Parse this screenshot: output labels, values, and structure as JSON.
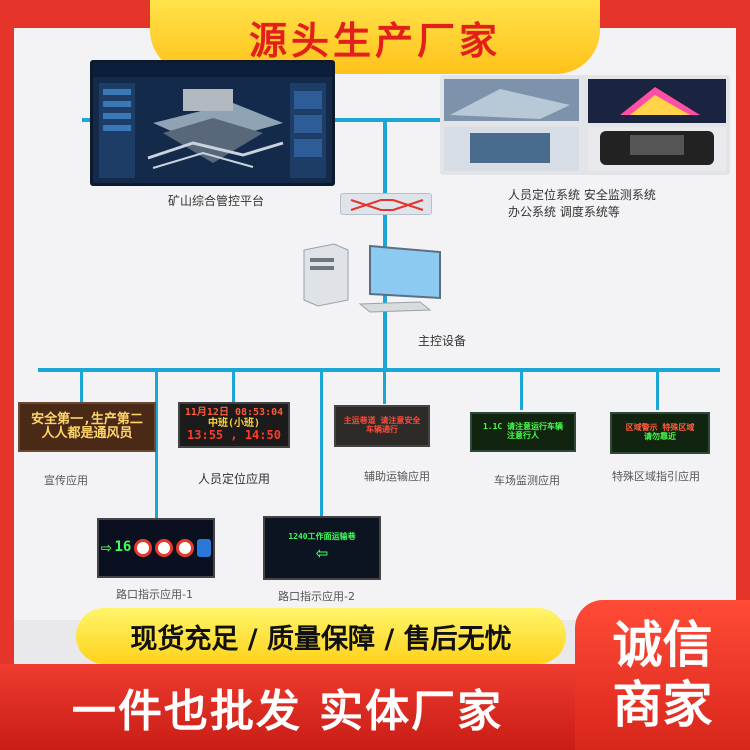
{
  "header": {
    "title": "源头生产厂家"
  },
  "platform": {
    "label": "矿山综合管控平台",
    "side_label_line1": "人员定位系统 安全监测系统",
    "side_label_line2": "办公系统 调度系统等"
  },
  "main_device": {
    "label": "主控设备"
  },
  "applications": [
    {
      "label": "宣传应用",
      "led_line1": "安全第一,生产第二",
      "led_line2": "人人都是通风员"
    },
    {
      "label": "人员定位应用",
      "led_line1": "11月12日 08:53:04",
      "led_line2": "中班(小班)",
      "led_line3": "13:55 , 14:50"
    },
    {
      "label": "辅助运输应用",
      "led_line1": "主运巷道 请注意安全",
      "led_line2": "车辆通行"
    },
    {
      "label": "车场监测应用",
      "led_line1": "1.1C 请注意运行车辆",
      "led_line2": "注意行人"
    },
    {
      "label": "特殊区域指引应用",
      "led_line1": "区域警示 特殊区域",
      "led_line2": "请勿靠近"
    }
  ],
  "sub_applications": [
    {
      "label": "路口指示应用-1",
      "sign_number": "16"
    },
    {
      "label": "路口指示应用-2",
      "sign_text": "1240工作面运输巷"
    }
  ],
  "promo": {
    "line1": "现货充足 / 质量保障 / 售后无忧",
    "line2": "一件也批发 实体厂家",
    "badge_line1": "诚信",
    "badge_line2": "商家"
  },
  "colors": {
    "frame": "#e5352b",
    "line": "#1aa7d8",
    "banner": "#ffd21c"
  }
}
